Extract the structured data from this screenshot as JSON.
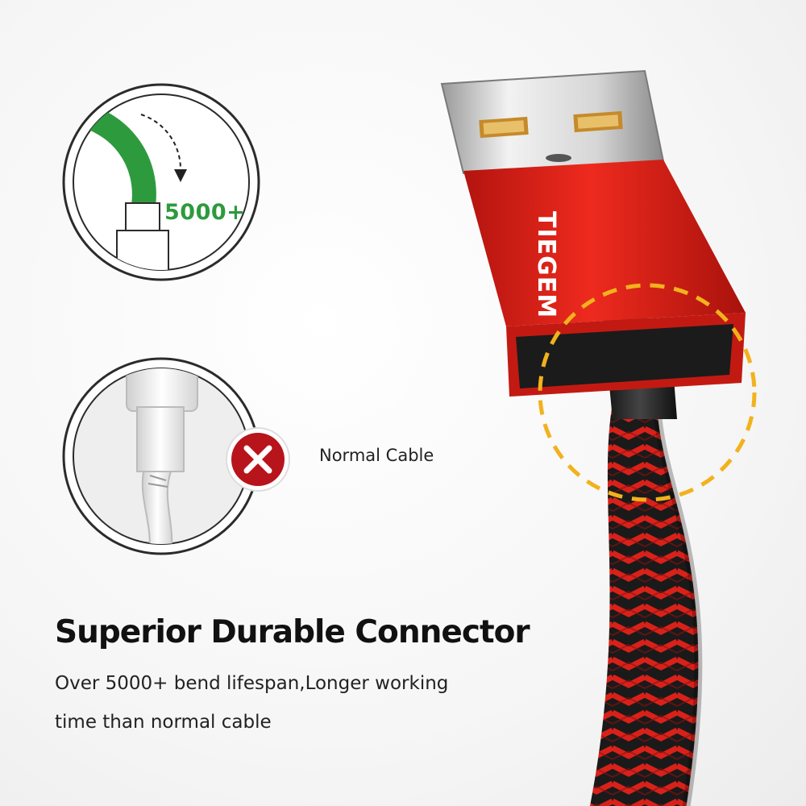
{
  "brand": {
    "name": "TIEGEM",
    "accent": "#d9211a"
  },
  "badge": {
    "bend_count": "5000+",
    "bend_color": "#2e9a3e"
  },
  "comparison": {
    "label": "Normal Cable",
    "reject_icon": "x-icon",
    "reject_color": "#b8141b"
  },
  "headline": "Superior Durable Connector",
  "description": {
    "line1": "Over 5000+ bend lifespan,Longer working",
    "line2": "time than normal cable"
  },
  "highlight_color": "#f2b21c"
}
